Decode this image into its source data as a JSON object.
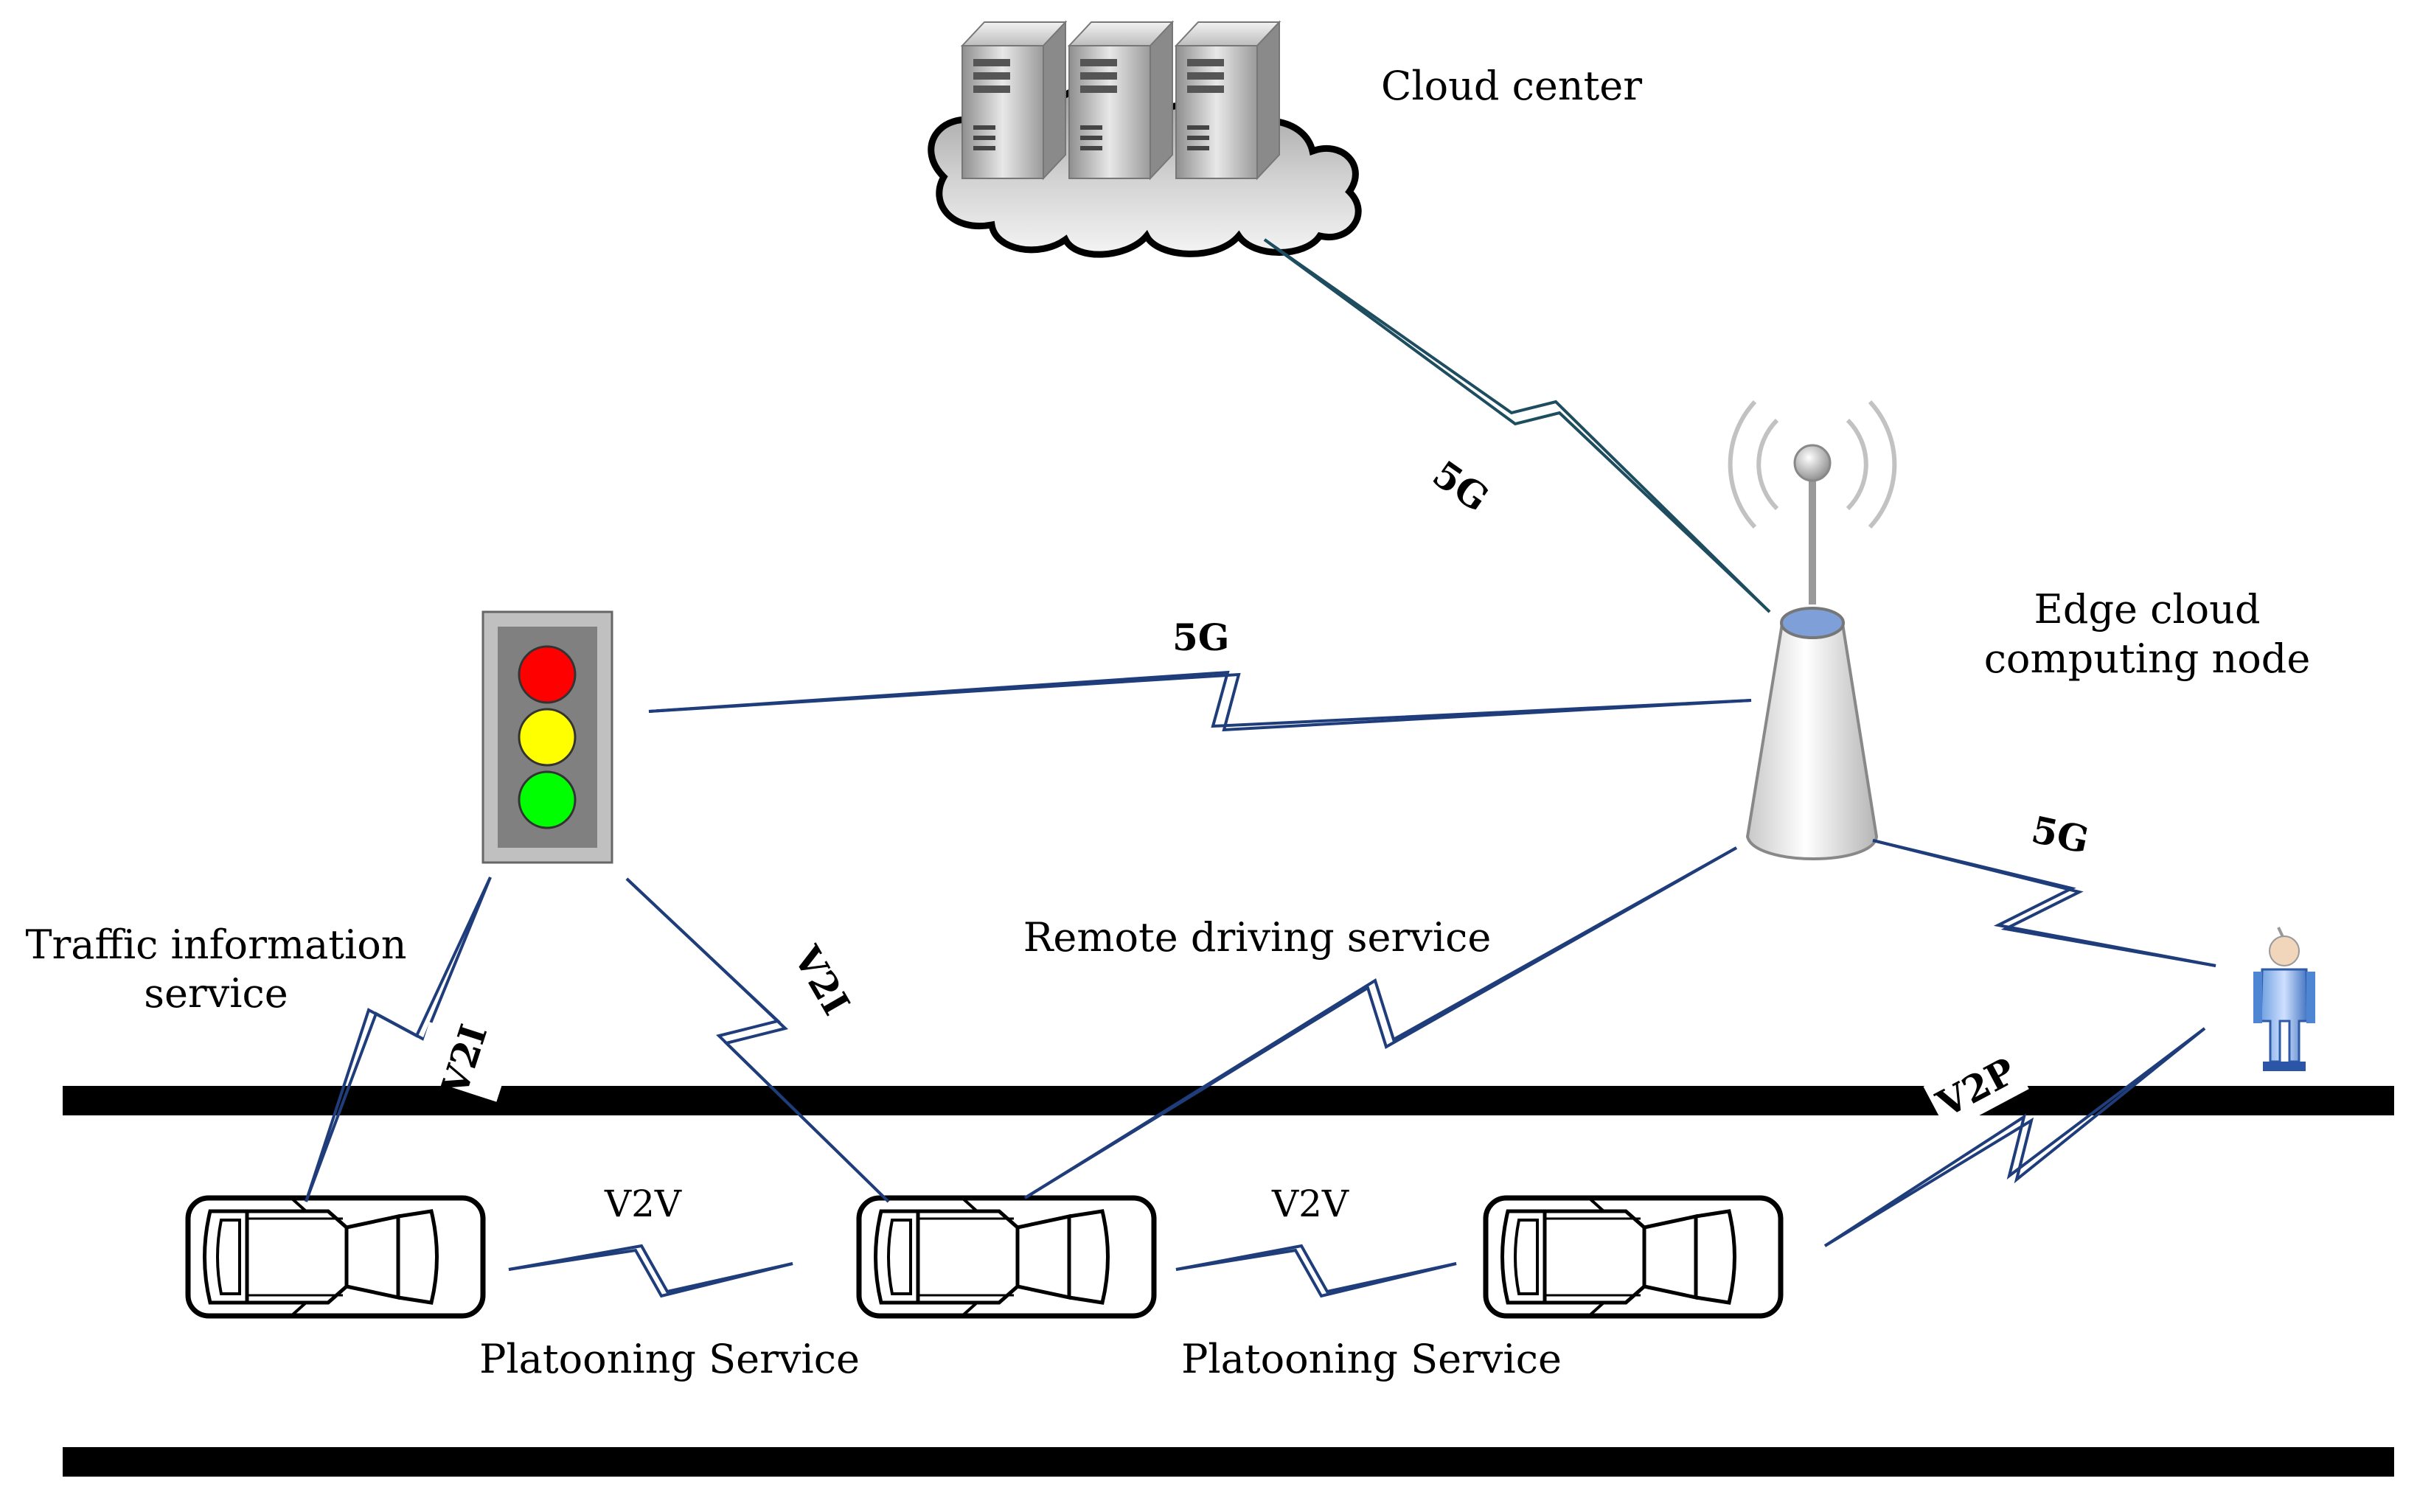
{
  "colors": {
    "link_blue": "#1f3d7a",
    "link_teal": "#1d4d5e",
    "road": "#000000",
    "signal_red": "#ff0000",
    "signal_yellow": "#ffff00",
    "signal_green": "#00ff00",
    "signal_housing": "#808080"
  },
  "icons": [
    "server-cluster-icon",
    "cloud-icon",
    "antenna-icon",
    "base-station-icon",
    "traffic-light-icon",
    "car-icon",
    "pedestrian-icon"
  ],
  "labels": {
    "cloud_center": "Cloud center",
    "edge_node_line1": "Edge cloud",
    "edge_node_line2": "computing node",
    "traffic_info_line1": "Traffic information",
    "traffic_info_line2": "service",
    "remote_driving": "Remote driving service",
    "platooning_1": "Platooning Service",
    "platooning_2": "Platooning Service"
  },
  "links": {
    "cloud_edge": "5G",
    "light_edge": "5G",
    "edge_pedestrian": "5G",
    "light_car1": "V2I",
    "light_car2": "V2I",
    "car1_car2": "V2V",
    "car2_car3": "V2V",
    "car3_pedestrian": "V2P"
  }
}
